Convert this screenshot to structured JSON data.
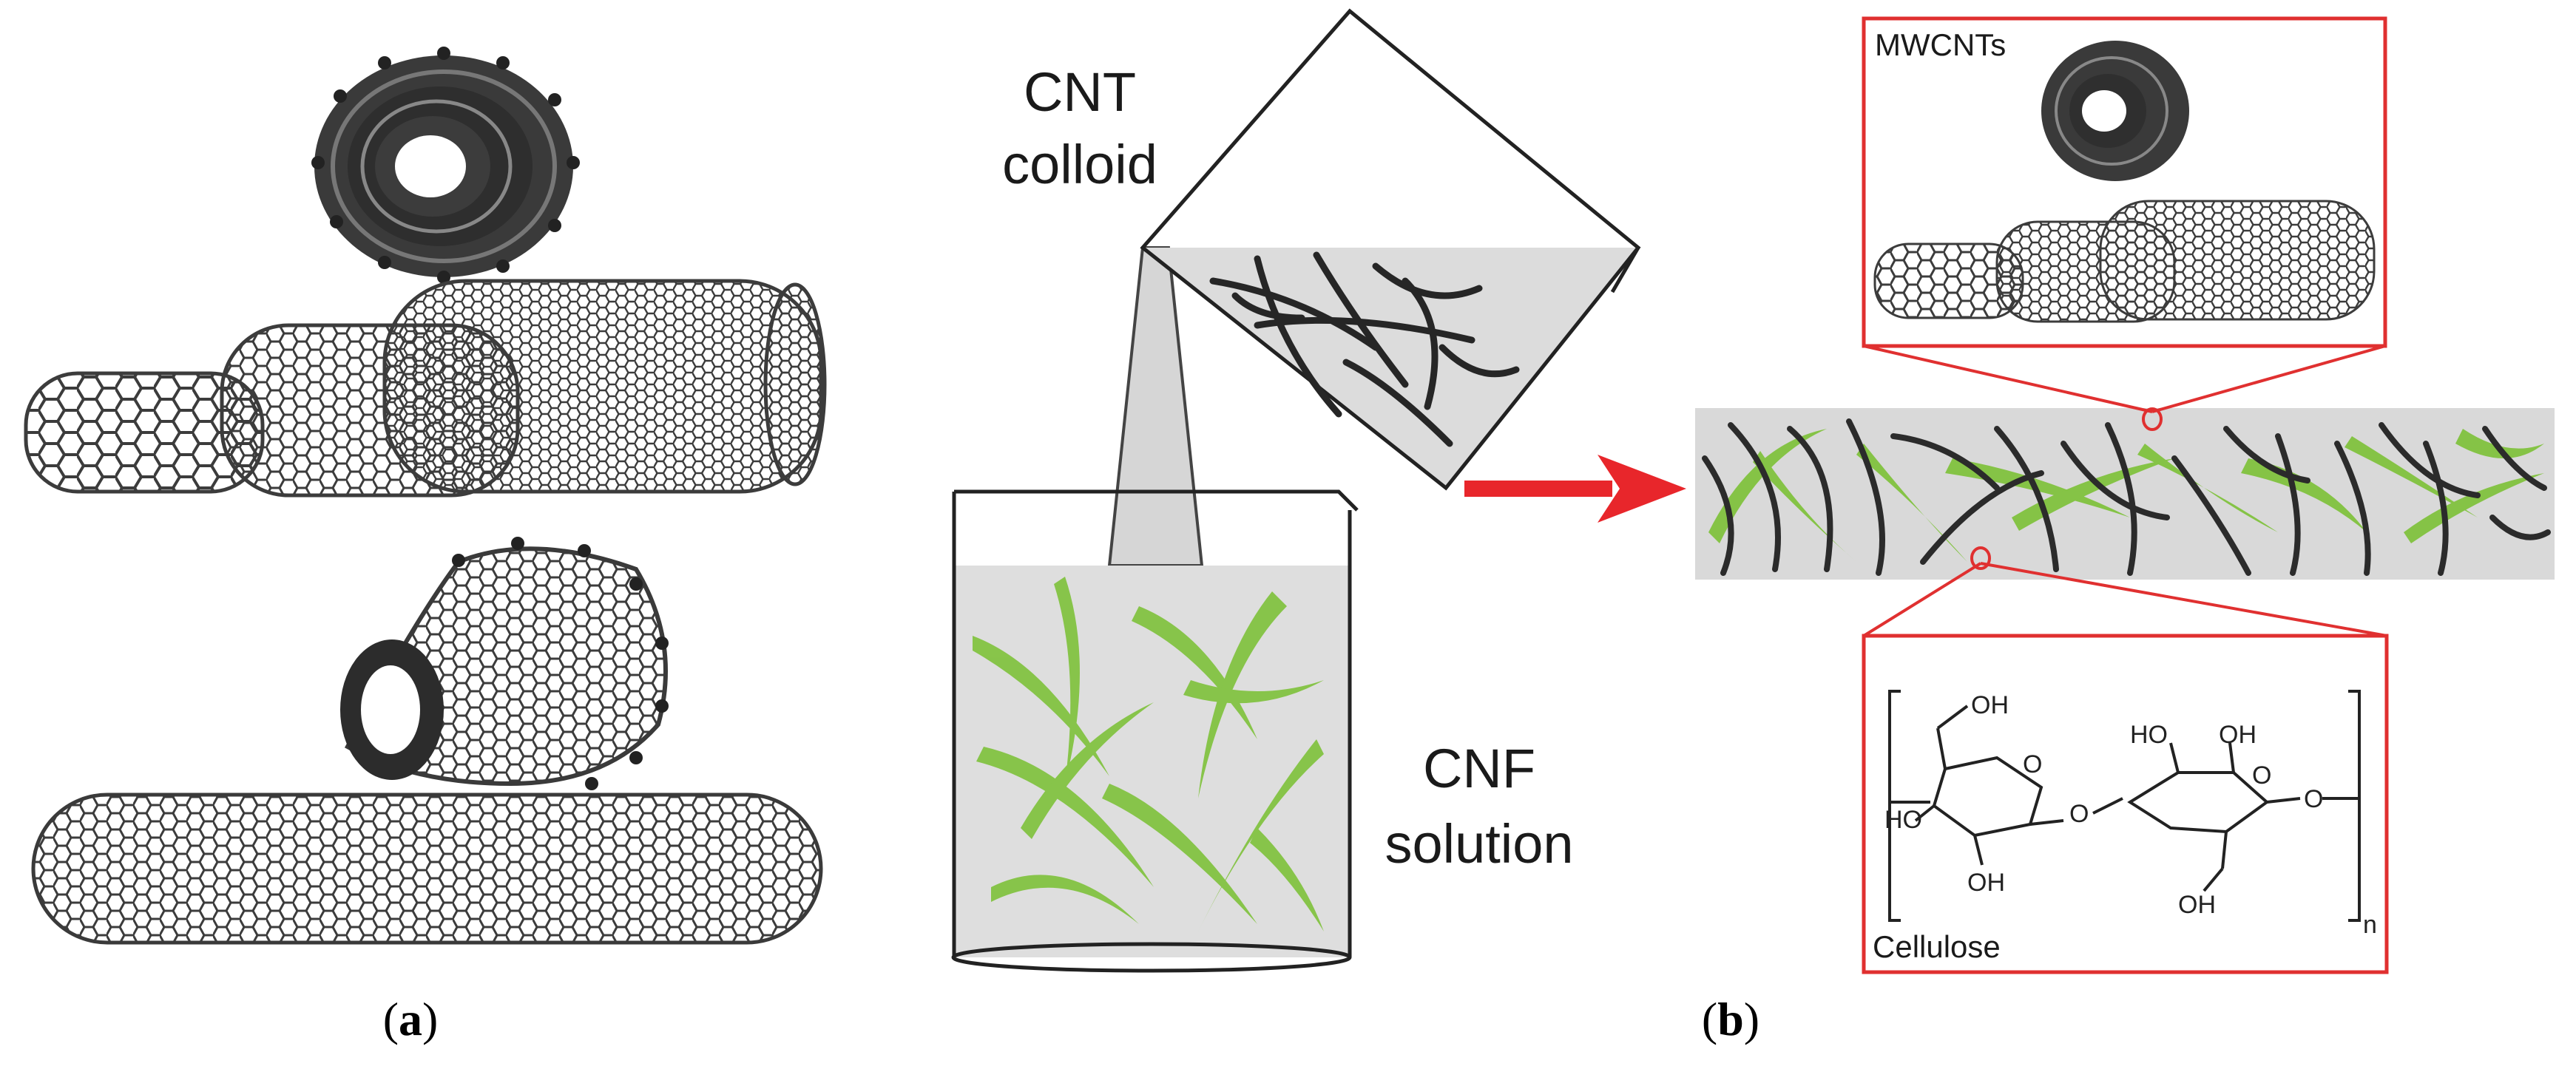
{
  "panel_a": {
    "caption_open": "(",
    "caption_letter": "a",
    "caption_close": ")"
  },
  "panel_b": {
    "caption_open": "(",
    "caption_letter": "b",
    "caption_close": ")",
    "cnt_colloid_line1": "CNT",
    "cnt_colloid_line2": "colloid",
    "cnf_solution_line1": "CNF",
    "cnf_solution_line2": "solution",
    "mwcnt_label": "MWCNTs",
    "cellulose_label": "Cellulose",
    "chem": {
      "oh": "OH",
      "ho": "HO",
      "o": "O",
      "n": "n"
    }
  },
  "colors": {
    "nanotube": "#444444",
    "fiber_green": "#7ec23a",
    "fiber_dark": "#2b2b2b",
    "liquid_gray": "#dcdcdc",
    "arrow_red": "#e8262b",
    "box_red": "#e03030"
  }
}
